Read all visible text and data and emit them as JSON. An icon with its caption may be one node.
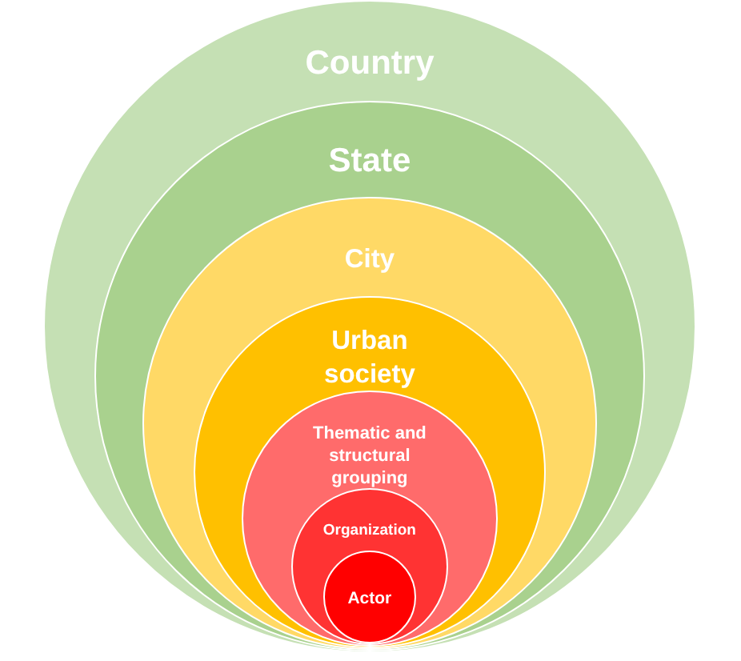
{
  "diagram": {
    "nodes": [
      {
        "text": [
          "Country"
        ]
      },
      {
        "text": [
          "State"
        ],
        "in": 0
      },
      {
        "text": [
          "City"
        ],
        "in": 1
      },
      {
        "text": [
          "Urban society"
        ],
        "in": 2
      },
      {
        "text": [
          "Thematic and structural grouping"
        ],
        "in": 3
      },
      {
        "text": [
          "Organization"
        ],
        "in": 4
      },
      {
        "text": [
          "Actor"
        ],
        "in": 5
      }
    ]
  }
}
